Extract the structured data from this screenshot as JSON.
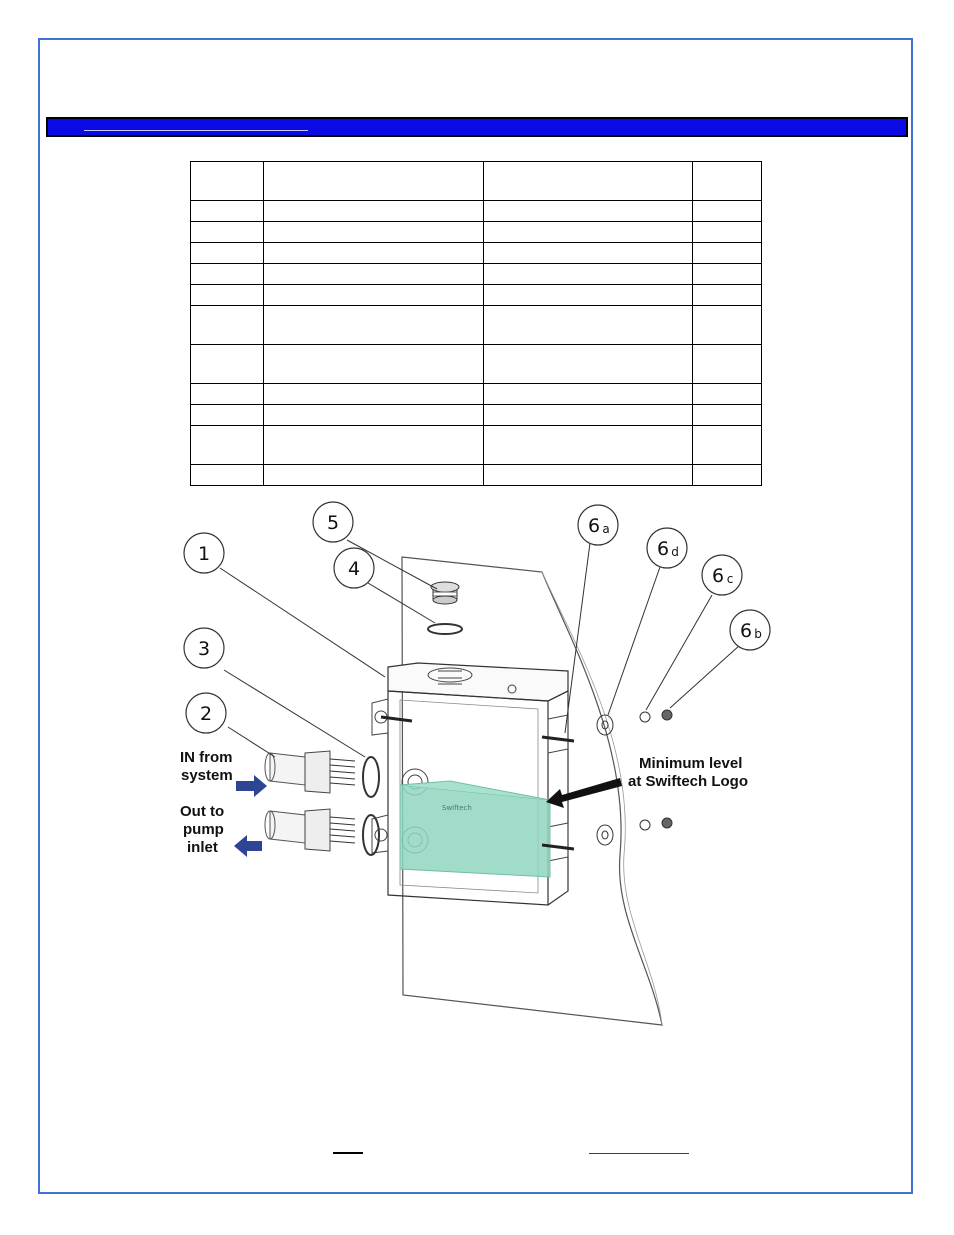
{
  "labels": {
    "in_from": "IN from",
    "system": "system",
    "out_to": "Out to",
    "pump": "pump",
    "inlet": "inlet",
    "min_level": "Minimum level",
    "at_logo": "at Swiftech Logo",
    "logo_text": "Swiftech"
  },
  "callouts": {
    "c1": "1",
    "c2": "2",
    "c3": "3",
    "c4": "4",
    "c5": "5",
    "c6": "6",
    "s6a": "a",
    "s6b": "b",
    "s6c": "c",
    "s6d": "d"
  },
  "colors": {
    "border": "#3f73d3",
    "title_bar": "#0a0ae6",
    "coolant": "#8fd6bf",
    "arrow_blue": "#2e4596"
  }
}
